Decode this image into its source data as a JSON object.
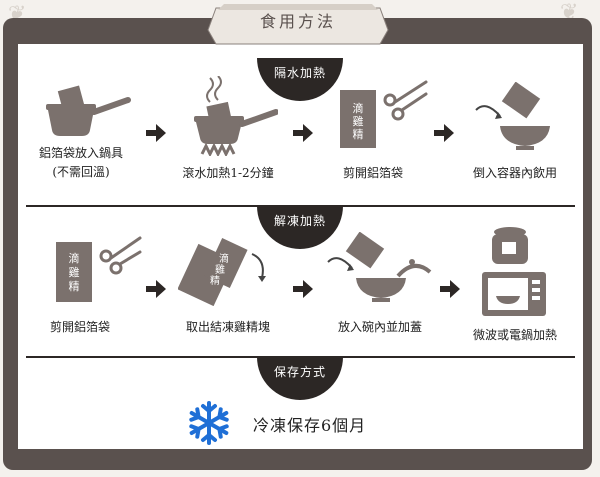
{
  "title": "食用方法",
  "sections": {
    "water": "隔水加熱",
    "thaw": "解凍加熱",
    "store": "保存方式"
  },
  "steps_row1": [
    {
      "line1": "鋁箔袋放入鍋具",
      "line2": "(不需回溫)"
    },
    {
      "line1": "滾水加熱1-2分鐘",
      "line2": ""
    },
    {
      "line1": "剪開鋁箔袋",
      "line2": ""
    },
    {
      "line1": "倒入容器內飲用",
      "line2": ""
    }
  ],
  "steps_row2": [
    {
      "line1": "剪開鋁箔袋"
    },
    {
      "line1": "取出結凍雞精塊"
    },
    {
      "line1": "放入碗內並加蓋"
    },
    {
      "line1": "微波或電鍋加熱"
    }
  ],
  "bag_text": "滴雞精",
  "storage_text": "冷凍保存6個月",
  "colors": {
    "frame": "#5a514e",
    "tab": "#2c2725",
    "icon": "#7b716d",
    "snow": "#1f6fd6"
  }
}
